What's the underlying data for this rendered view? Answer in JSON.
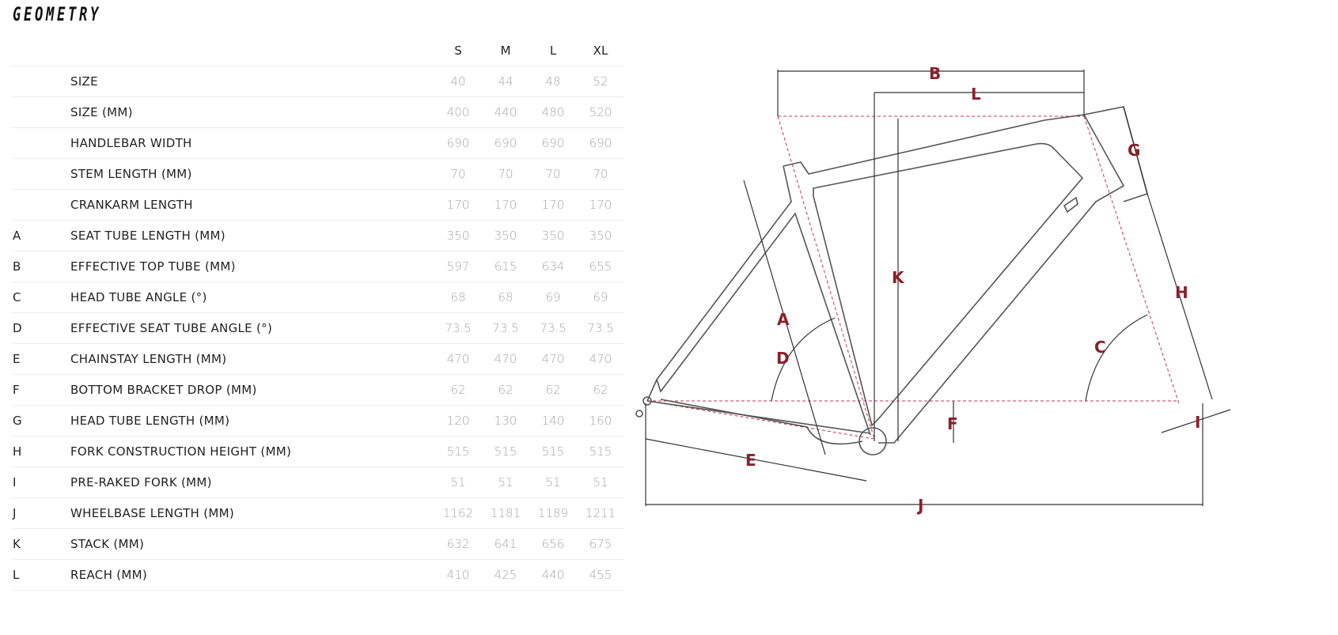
{
  "title": "GEOMETRY",
  "sizes": [
    "S",
    "M",
    "L",
    "XL"
  ],
  "rows": [
    {
      "code": "",
      "label": "SIZE",
      "values": [
        "40",
        "44",
        "48",
        "52"
      ]
    },
    {
      "code": "",
      "label": "SIZE (MM)",
      "values": [
        "400",
        "440",
        "480",
        "520"
      ]
    },
    {
      "code": "",
      "label": "HANDLEBAR WIDTH",
      "values": [
        "690",
        "690",
        "690",
        "690"
      ]
    },
    {
      "code": "",
      "label": "STEM LENGTH (MM)",
      "values": [
        "70",
        "70",
        "70",
        "70"
      ]
    },
    {
      "code": "",
      "label": "CRANKARM LENGTH",
      "values": [
        "170",
        "170",
        "170",
        "170"
      ]
    },
    {
      "code": "A",
      "label": "SEAT TUBE LENGTH (MM)",
      "values": [
        "350",
        "350",
        "350",
        "350"
      ]
    },
    {
      "code": "B",
      "label": "EFFECTIVE TOP TUBE (MM)",
      "values": [
        "597",
        "615",
        "634",
        "655"
      ]
    },
    {
      "code": "C",
      "label": "HEAD TUBE ANGLE (°)",
      "values": [
        "68",
        "68",
        "69",
        "69"
      ]
    },
    {
      "code": "D",
      "label": "EFFECTIVE SEAT TUBE ANGLE (°)",
      "values": [
        "73.5",
        "73.5",
        "73.5",
        "73.5"
      ]
    },
    {
      "code": "E",
      "label": "CHAINSTAY LENGTH (MM)",
      "values": [
        "470",
        "470",
        "470",
        "470"
      ]
    },
    {
      "code": "F",
      "label": "BOTTOM BRACKET DROP (MM)",
      "values": [
        "62",
        "62",
        "62",
        "62"
      ]
    },
    {
      "code": "G",
      "label": "HEAD TUBE LENGTH (MM)",
      "values": [
        "120",
        "130",
        "140",
        "160"
      ]
    },
    {
      "code": "H",
      "label": "FORK CONSTRUCTION HEIGHT (MM)",
      "values": [
        "515",
        "515",
        "515",
        "515"
      ]
    },
    {
      "code": "I",
      "label": "PRE-RAKED FORK (MM)",
      "values": [
        "51",
        "51",
        "51",
        "51"
      ]
    },
    {
      "code": "J",
      "label": "WHEELBASE LENGTH (MM)",
      "values": [
        "1162",
        "1181",
        "1189",
        "1211"
      ]
    },
    {
      "code": "K",
      "label": "STACK (MM)",
      "values": [
        "632",
        "641",
        "656",
        "675"
      ]
    },
    {
      "code": "L",
      "label": "REACH (MM)",
      "values": [
        "410",
        "425",
        "440",
        "455"
      ]
    }
  ],
  "diagram": {
    "labels": {
      "A": "A",
      "B": "B",
      "C": "C",
      "D": "D",
      "E": "E",
      "F": "F",
      "G": "G",
      "H": "H",
      "I": "I",
      "J": "J",
      "K": "K",
      "L": "L"
    },
    "label_color": "#8b1f2c",
    "reference_line_color": "#c0394b"
  }
}
